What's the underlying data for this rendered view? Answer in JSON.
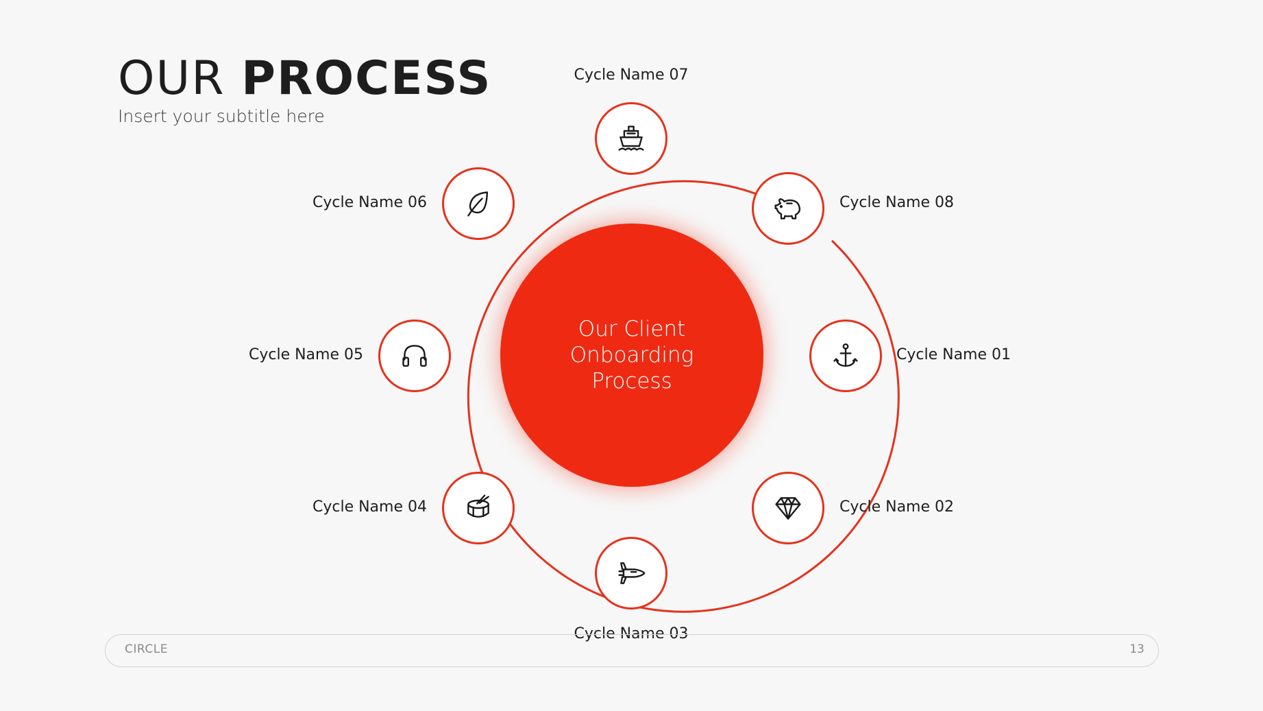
{
  "header": {
    "title_part1": "OUR",
    "title_part2": "PROCESS",
    "subtitle": "Insert your subtitle here"
  },
  "center": {
    "line1": "Our Client",
    "line2": "Onboarding",
    "line3": "Process"
  },
  "colors": {
    "accent": "#ef2a12",
    "ring": "#e5321c",
    "background": "#f7f7f7"
  },
  "cycles": [
    {
      "label": "Cycle Name 01",
      "icon": "anchor-icon"
    },
    {
      "label": "Cycle Name 02",
      "icon": "diamond-icon"
    },
    {
      "label": "Cycle Name 03",
      "icon": "rocket-icon"
    },
    {
      "label": "Cycle Name 04",
      "icon": "drum-icon"
    },
    {
      "label": "Cycle Name 05",
      "icon": "headphones-icon"
    },
    {
      "label": "Cycle Name 06",
      "icon": "leaf-icon"
    },
    {
      "label": "Cycle Name 07",
      "icon": "ship-icon"
    },
    {
      "label": "Cycle Name 08",
      "icon": "piggy-bank-icon"
    }
  ],
  "footer": {
    "left": "CIRCLE",
    "page": "13"
  }
}
